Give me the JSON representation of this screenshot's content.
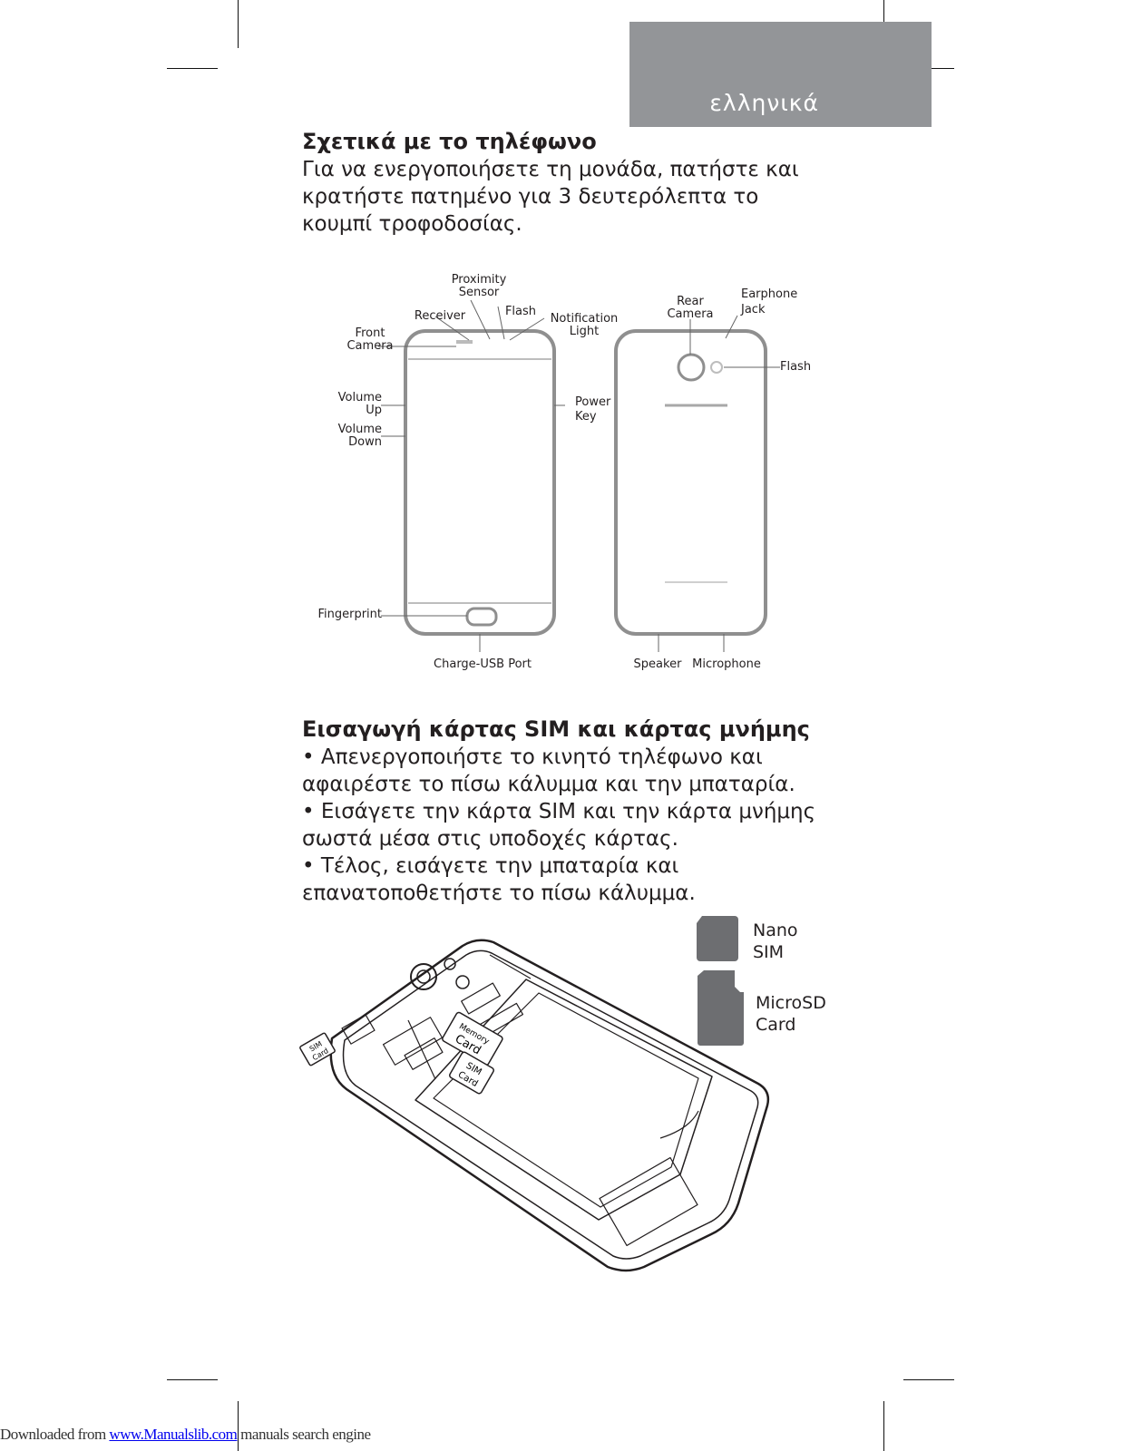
{
  "language_tab": "ελληνικά",
  "section1": {
    "title": "Σχετικά με το τηλέφωνο",
    "lines": [
      "Για να ενεργοποιήσετε τη μονάδα, πατήστε και",
      "κρατήστε πατημένο για 3 δευτερόλεπτα το",
      "κουμπί τροφοδοσίας."
    ]
  },
  "diagram_labels": {
    "proximity_1": "Proximity",
    "proximity_2": "Sensor",
    "receiver": "Receiver",
    "flash_front": "Flash",
    "notification_1": "Notification",
    "notification_2": "Light",
    "front_camera_1": "Front",
    "front_camera_2": "Camera",
    "volume_up_1": "Volume",
    "volume_up_2": "Up",
    "volume_down_1": "Volume",
    "volume_down_2": "Down",
    "power_1": "Power",
    "power_2": "Key",
    "fingerprint": "Fingerprint",
    "charge_usb": "Charge-USB Port",
    "rear_camera_1": "Rear",
    "rear_camera_2": "Camera",
    "earphone_1": "Earphone",
    "earphone_2": "Jack",
    "flash_rear": "Flash",
    "speaker": "Speaker",
    "microphone": "Microphone"
  },
  "section2": {
    "title": "Εισαγωγή κάρτας SIM και κάρτας μνήμης",
    "lines": [
      "• Απενεργοποιήστε το κινητό τηλέφωνο και",
      "αφαιρέστε το πίσω κάλυμμα και την μπαταρία.",
      "• Εισάγετε την κάρτα SIM και την κάρτα μνήμης",
      "σωστά μέσα στις υποδοχές κάρτας.",
      "• Τέλος, εισάγετε την μπαταρία και",
      "επανατοποθετήστε το πίσω κάλυμμα."
    ]
  },
  "cards": {
    "nano_1": "Nano",
    "nano_2": "SIM",
    "micro_1": "MicroSD",
    "micro_2": "Card",
    "memory_1": "Memory",
    "memory_2": "Card",
    "sim_1": "SIM",
    "sim_2": "Card"
  },
  "footer": {
    "prefix": "Downloaded from ",
    "link": "www.Manualslib.com",
    "suffix": "  manuals search engine"
  }
}
